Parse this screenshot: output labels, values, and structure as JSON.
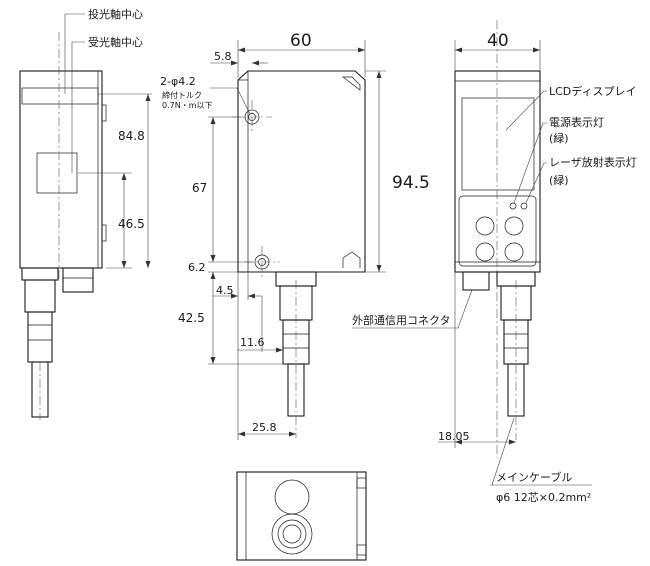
{
  "labels": {
    "emitter_axis": "投光軸中心",
    "receiver_axis": "受光軸中心",
    "mount_hole": "2-φ4.2",
    "torque_title": "締付トルク",
    "torque_value": "0.7N・m以下",
    "lcd": "LCDディスプレイ",
    "power_led": "電源表示灯",
    "power_led_color": "(緑)",
    "laser_led": "レーザ放射表示灯",
    "laser_led_color": "(緑)",
    "ext_connector": "外部通信用コネクタ",
    "main_cable": "メインケーブル",
    "cable_spec": "φ6 12芯×0.2mm²"
  },
  "dimensions": {
    "side_height_upper": "84.8",
    "side_height_lower": "46.5",
    "front_width": "60",
    "front_height": "94.5",
    "hole_offset_x": "5.8",
    "hole_pitch_y": "67",
    "hole_offset_bottom": "6.2",
    "cable_offset": "4.5",
    "cable_length": "42.5",
    "cable_dia_band": "11.6",
    "cable_position": "25.8",
    "rear_width": "40",
    "rear_cable_position": "18.05"
  }
}
